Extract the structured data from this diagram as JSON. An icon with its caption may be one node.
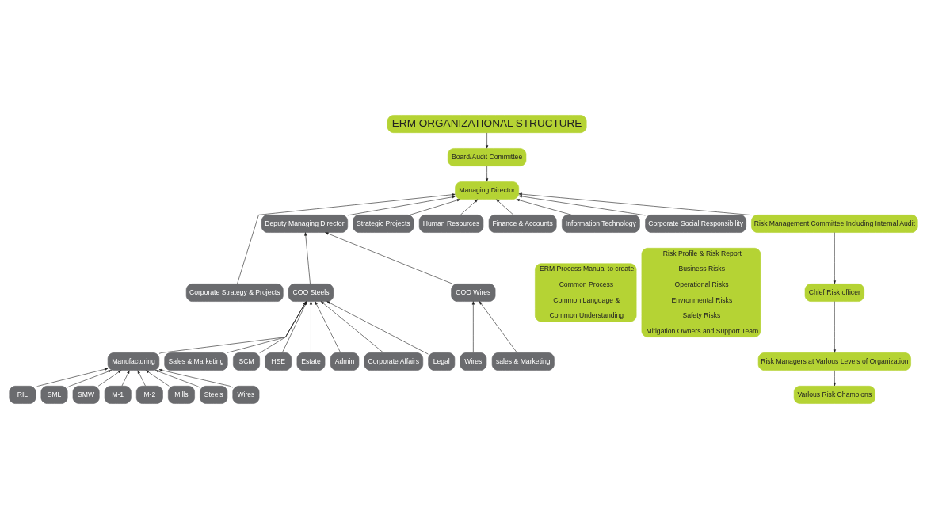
{
  "diagram": {
    "nodes": [
      {
        "text": [
          "ERM ORGANIZATIONAL STRUCTURE"
        ]
      },
      {
        "text": [
          "Board/Audit Committee"
        ]
      },
      {
        "text": [
          "Managing Director"
        ]
      },
      {
        "text": [
          "Corporate Social Responsibility"
        ]
      },
      {
        "text": [
          "Risk Management Committee Including Internal Audit"
        ]
      },
      {
        "text": [
          "Corporate Strategy & Projects"
        ]
      },
      {
        "text": [
          "Deputy Managing Director"
        ]
      },
      {
        "text": [
          "Strategic Projects"
        ]
      },
      {
        "text": [
          "Human Resources"
        ]
      },
      {
        "text": [
          "Finance & Accounts"
        ]
      },
      {
        "text": [
          "Information Technology"
        ]
      },
      {
        "text": [
          "Chlef Risk officer"
        ]
      },
      {
        "text": [
          "Risk Managers at Varlous Levels of Organization"
        ]
      },
      {
        "text": [
          "Varlous Risk Champions"
        ]
      },
      {
        "text": [
          "COO Steels"
        ]
      },
      {
        "text": [
          "COO Wires"
        ]
      },
      {
        "text": [
          "Manufacturing"
        ]
      },
      {
        "text": [
          "Sales & Marketing"
        ]
      },
      {
        "text": [
          "SCM"
        ]
      },
      {
        "text": [
          "HSE"
        ]
      },
      {
        "text": [
          "Estate"
        ]
      },
      {
        "text": [
          "Admin"
        ]
      },
      {
        "text": [
          "Corporate Affairs"
        ]
      },
      {
        "text": [
          "Legal"
        ]
      },
      {
        "text": [
          "Wires"
        ]
      },
      {
        "text": [
          "sales & Marketing"
        ]
      },
      {
        "text": [
          "RIL"
        ]
      },
      {
        "text": [
          "SML"
        ]
      },
      {
        "text": [
          "SMW"
        ]
      },
      {
        "text": [
          "M-1"
        ]
      },
      {
        "text": [
          "M-2"
        ]
      },
      {
        "text": [
          "Mills"
        ]
      },
      {
        "text": [
          "Steels"
        ]
      },
      {
        "text": [
          "Wires"
        ]
      },
      {
        "text": [
          "Risk Profile & Risk Report",
          "Business Risks",
          "Operational Risks",
          "Envronmental Risks",
          "Safety Risks",
          "Mitigation Owners and Support Team"
        ]
      },
      {
        "text": [
          "ERM Process Manual to create",
          "Common Process",
          "Common Language &",
          "Common Understanding"
        ]
      }
    ],
    "edges": [
      {
        "from": 0,
        "to": 1,
        "arrow": "to"
      },
      {
        "from": 1,
        "to": 2,
        "arrow": "to"
      },
      {
        "from": 5,
        "to": 2,
        "arrow": "to"
      },
      {
        "from": 6,
        "to": 2,
        "arrow": "to"
      },
      {
        "from": 7,
        "to": 2,
        "arrow": "to"
      },
      {
        "from": 8,
        "to": 2,
        "arrow": "to"
      },
      {
        "from": 9,
        "to": 2,
        "arrow": "to"
      },
      {
        "from": 10,
        "to": 2,
        "arrow": "to"
      },
      {
        "from": 3,
        "to": 2,
        "arrow": "to"
      },
      {
        "from": 4,
        "to": 2,
        "arrow": "to"
      },
      {
        "from": 4,
        "to": 11,
        "arrow": "to"
      },
      {
        "from": 11,
        "to": 12,
        "arrow": "to"
      },
      {
        "from": 12,
        "to": 13,
        "arrow": "to"
      },
      {
        "from": 14,
        "to": 6,
        "arrow": "to"
      },
      {
        "from": 15,
        "to": 6,
        "arrow": "to"
      },
      {
        "from": 16,
        "to": 14,
        "arrow": "to"
      },
      {
        "from": 17,
        "to": 14,
        "arrow": "to"
      },
      {
        "from": 18,
        "to": 14,
        "arrow": "to"
      },
      {
        "from": 19,
        "to": 14,
        "arrow": "to"
      },
      {
        "from": 20,
        "to": 14,
        "arrow": "to"
      },
      {
        "from": 21,
        "to": 14,
        "arrow": "to"
      },
      {
        "from": 22,
        "to": 14,
        "arrow": "to"
      },
      {
        "from": 23,
        "to": 14,
        "arrow": "to"
      },
      {
        "from": 24,
        "to": 15,
        "arrow": "to"
      },
      {
        "from": 25,
        "to": 15,
        "arrow": "to"
      },
      {
        "from": 26,
        "to": 16,
        "arrow": "to"
      },
      {
        "from": 27,
        "to": 16,
        "arrow": "to"
      },
      {
        "from": 28,
        "to": 16,
        "arrow": "to"
      },
      {
        "from": 29,
        "to": 16,
        "arrow": "to"
      },
      {
        "from": 30,
        "to": 16,
        "arrow": "to"
      },
      {
        "from": 31,
        "to": 16,
        "arrow": "to"
      },
      {
        "from": 32,
        "to": 16,
        "arrow": "to"
      },
      {
        "from": 33,
        "to": 16,
        "arrow": "to"
      }
    ]
  }
}
